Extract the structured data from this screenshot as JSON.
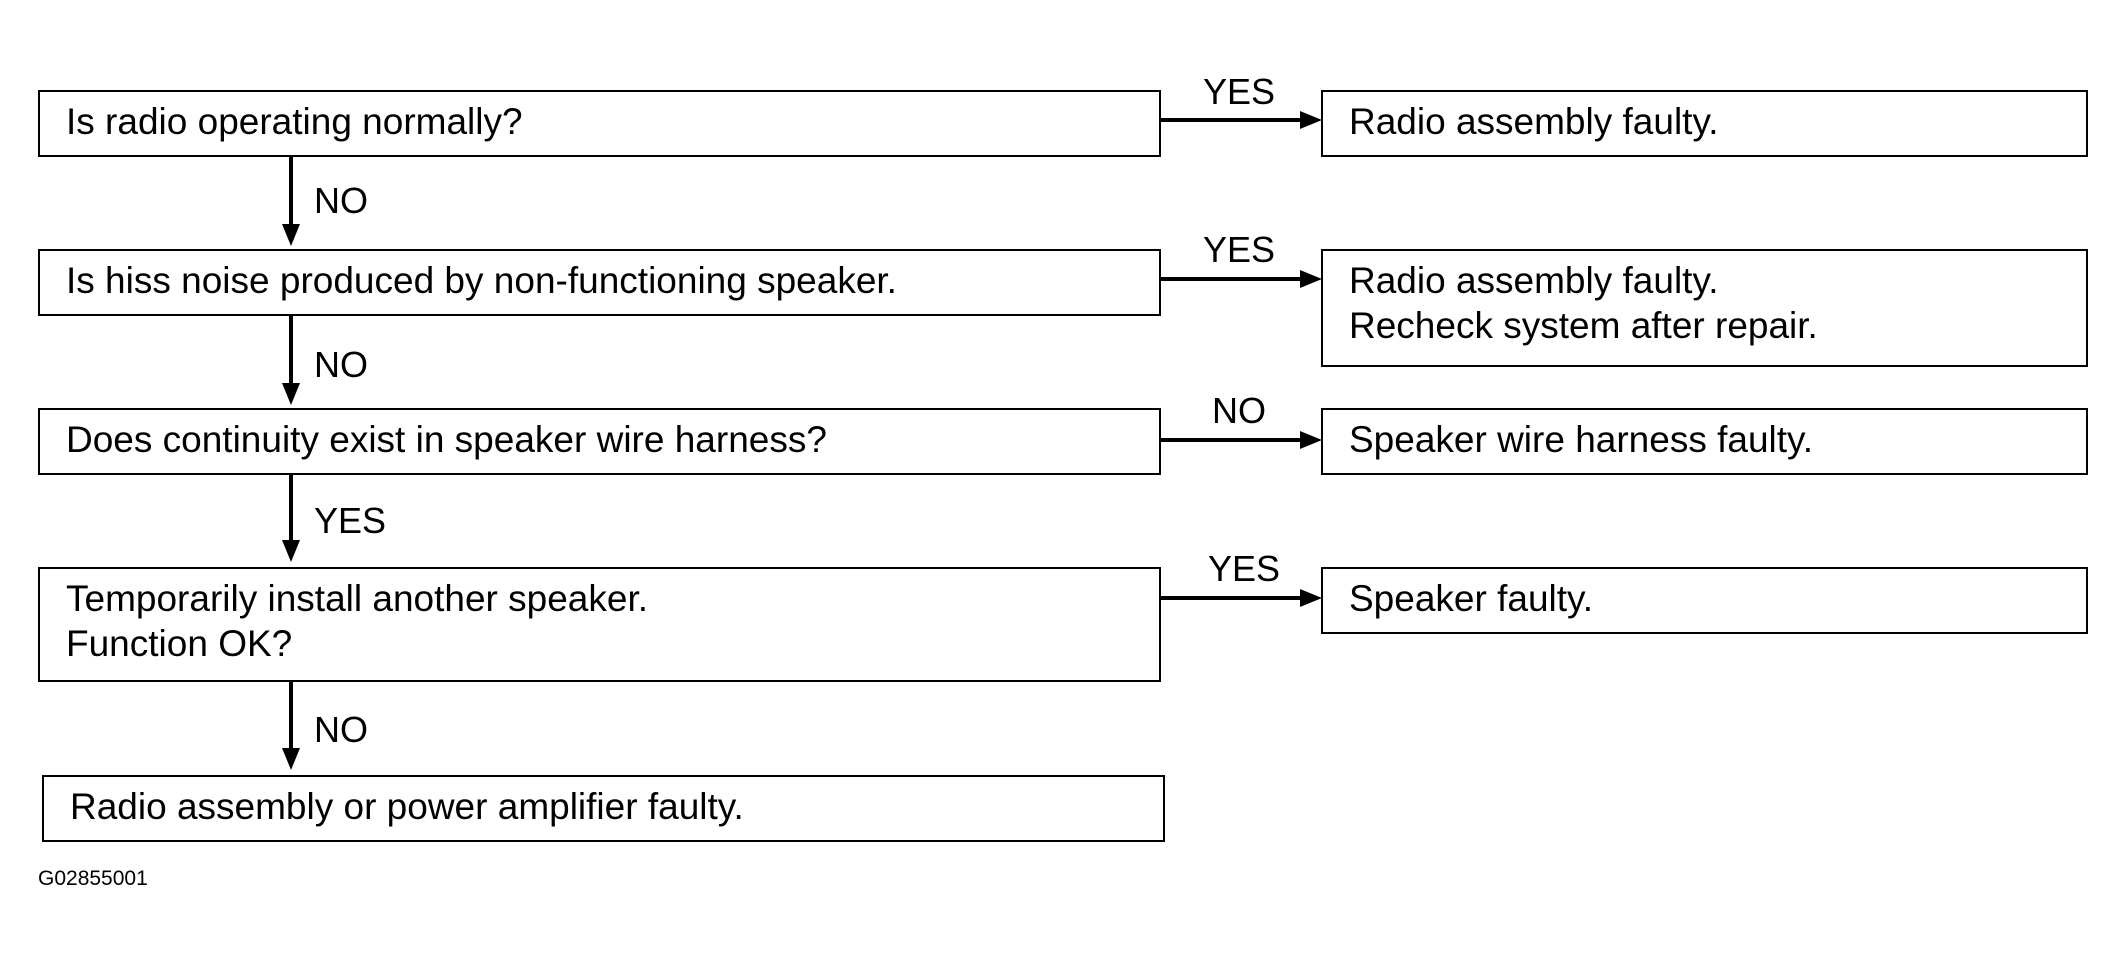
{
  "questions": [
    {
      "text": "Is radio operating normally?"
    },
    {
      "text": "Is hiss noise produced by non-functioning speaker."
    },
    {
      "text": "Does continuity exist in speaker wire harness?"
    },
    {
      "lines": [
        "Temporarily install another speaker.",
        "Function OK?"
      ]
    }
  ],
  "results": [
    {
      "text": "Radio assembly faulty."
    },
    {
      "lines": [
        "Radio assembly faulty.",
        "Recheck system after repair."
      ]
    },
    {
      "text": "Speaker wire harness faulty."
    },
    {
      "text": "Speaker faulty."
    },
    {
      "text": "Radio assembly or power amplifier faulty."
    }
  ],
  "branch_labels": {
    "q1_right": "YES",
    "q1_down": "NO",
    "q2_right": "YES",
    "q2_down": "NO",
    "q3_right": "NO",
    "q3_down": "YES",
    "q4_right": "YES",
    "q4_down": "NO"
  },
  "figure_code": "G02855001"
}
